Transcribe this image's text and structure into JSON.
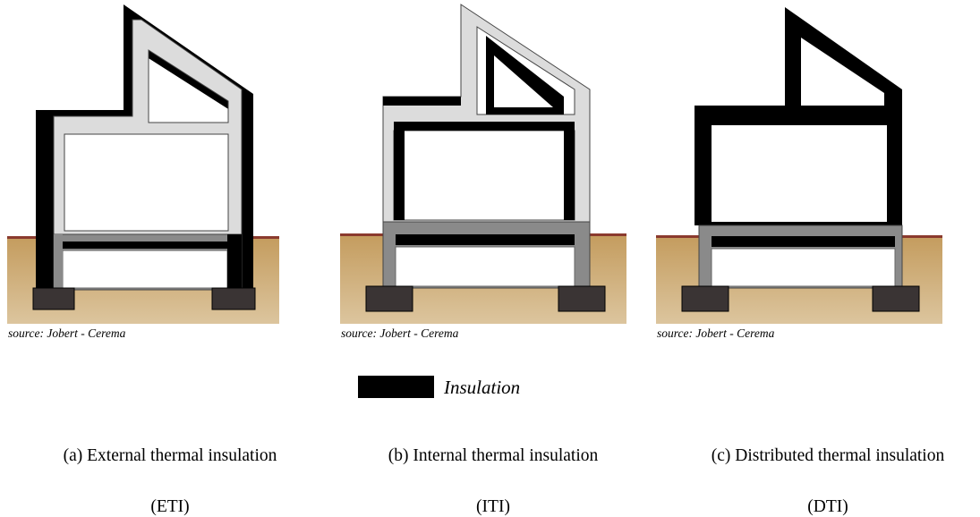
{
  "panels": [
    {
      "id": "eti",
      "source": "source: Jobert - Cerema"
    },
    {
      "id": "iti",
      "source": "source: Jobert - Cerema"
    },
    {
      "id": "dti",
      "source": "source: Jobert - Cerema"
    }
  ],
  "legend": {
    "label": "Insulation"
  },
  "captions": [
    {
      "line1": "(a) External thermal insulation",
      "line2": "(ETI)"
    },
    {
      "line1": "(b) Internal thermal insulation",
      "line2": "(ITI)"
    },
    {
      "line1": "(c) Distributed thermal insulation",
      "line2": "(DTI)"
    }
  ],
  "colors": {
    "insulation": "#000000",
    "wall": "#dcdcdc",
    "foundation_wall": "#8a8a8a",
    "footing": "#3a3434",
    "ground": "#c7a46a",
    "ground_line": "#8b3a2e"
  }
}
